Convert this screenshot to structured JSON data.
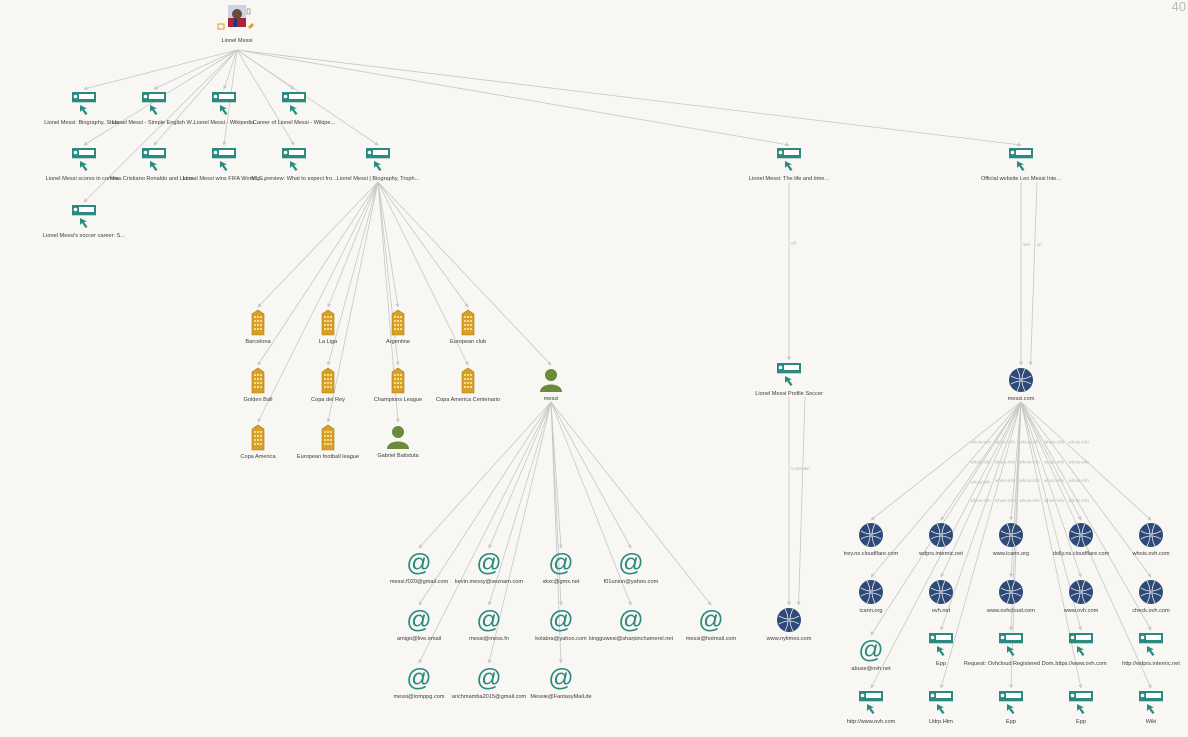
{
  "counter": "40",
  "root": {
    "label": "Lionel Messi"
  },
  "colors": {
    "url": "#2a8a80",
    "org": "#d8a028",
    "person": "#6a8a3c",
    "email": "#2a8a80",
    "domain": "#2e4a76",
    "edge": "#c7c7c7"
  },
  "nodes": [
    {
      "id": "u1",
      "type": "url",
      "label": "Lionel Messi: Biography, Stats..."
    },
    {
      "id": "u2",
      "type": "url",
      "label": "Lionel Messi - Simple English W..."
    },
    {
      "id": "u3",
      "type": "url",
      "label": "Lionel Messi - Wikipedia"
    },
    {
      "id": "u4",
      "type": "url",
      "label": "Career of Lionel Messi - Wikipe..."
    },
    {
      "id": "u5",
      "type": "url",
      "label": "Lionel Messi scores in contro..."
    },
    {
      "id": "u6",
      "type": "url",
      "label": "How Cristiano Ronaldo and Lione..."
    },
    {
      "id": "u7",
      "type": "url",
      "label": "Lionel Messi wins FIFA World p..."
    },
    {
      "id": "u8",
      "type": "url",
      "label": "MLS preview: What to expect fro..."
    },
    {
      "id": "u9",
      "type": "url",
      "label": "Lionel Messi | Biography, Troph..."
    },
    {
      "id": "u10",
      "type": "url",
      "label": "Lionel Messi's soccer career: S..."
    },
    {
      "id": "u11",
      "type": "url",
      "label": "Lionel Messi: The life and time..."
    },
    {
      "id": "u12",
      "type": "url",
      "label": "Official website Leo Messi Inte..."
    },
    {
      "id": "o1",
      "type": "org",
      "label": "Barcelona"
    },
    {
      "id": "o2",
      "type": "org",
      "label": "La Liga"
    },
    {
      "id": "o3",
      "type": "org",
      "label": "Argentine"
    },
    {
      "id": "o4",
      "type": "org",
      "label": "European club"
    },
    {
      "id": "o5",
      "type": "org",
      "label": "Golden Ball"
    },
    {
      "id": "o6",
      "type": "org",
      "label": "Copa del Rey"
    },
    {
      "id": "o7",
      "type": "org",
      "label": "Champions League"
    },
    {
      "id": "o8",
      "type": "org",
      "label": "Copa America Centenario"
    },
    {
      "id": "o9",
      "type": "org",
      "label": "Copa America"
    },
    {
      "id": "o10",
      "type": "org",
      "label": "European football league"
    },
    {
      "id": "p1",
      "type": "person",
      "label": "Gabriel Batistuta"
    },
    {
      "id": "p2",
      "type": "person",
      "label": "messi"
    },
    {
      "id": "u13",
      "type": "url",
      "label": "Lionel Messi Profile Soccer"
    },
    {
      "id": "d1",
      "type": "domain",
      "label": "messi.com"
    },
    {
      "id": "e1",
      "type": "email",
      "label": "messi.f020@gmail.com"
    },
    {
      "id": "e2",
      "type": "email",
      "label": "kevin.messy@seznam.com"
    },
    {
      "id": "e3",
      "type": "email",
      "label": "skxc@gmx.net"
    },
    {
      "id": "e4",
      "type": "email",
      "label": "f01union@yahoo.com"
    },
    {
      "id": "e5",
      "type": "email",
      "label": "amigo@live.email"
    },
    {
      "id": "e6",
      "type": "email",
      "label": "messi@mess.fn"
    },
    {
      "id": "e7",
      "type": "email",
      "label": "kolabra@yahoo.com"
    },
    {
      "id": "e8",
      "type": "email",
      "label": "kingguwesi@sharpinchamerel.net"
    },
    {
      "id": "e9",
      "type": "email",
      "label": "messi@hotmail.com"
    },
    {
      "id": "d2",
      "type": "domain",
      "label": "www.nytimes.com"
    },
    {
      "id": "e10",
      "type": "email",
      "label": "messi@tomppg.com"
    },
    {
      "id": "e11",
      "type": "email",
      "label": "arichmamba2015@gmail.com"
    },
    {
      "id": "e12",
      "type": "email",
      "label": "Messie@FantasyMail.de"
    },
    {
      "id": "d3",
      "type": "domain",
      "label": "trey.ns.cloudflare.com"
    },
    {
      "id": "d4",
      "type": "domain",
      "label": "wdprs.internic.net"
    },
    {
      "id": "d5",
      "type": "domain",
      "label": "www.icann.org"
    },
    {
      "id": "d6",
      "type": "domain",
      "label": "dolly.ns.cloudflare.com"
    },
    {
      "id": "d7",
      "type": "domain",
      "label": "whois.ovh.com"
    },
    {
      "id": "d8",
      "type": "domain",
      "label": "icann.org"
    },
    {
      "id": "d9",
      "type": "domain",
      "label": "ovh.net"
    },
    {
      "id": "d10",
      "type": "domain",
      "label": "www.ovhcloud.com"
    },
    {
      "id": "d11",
      "type": "domain",
      "label": "www.ovh.com"
    },
    {
      "id": "d12",
      "type": "domain",
      "label": "check.ovh.com"
    },
    {
      "id": "e13",
      "type": "email",
      "label": "abuse@ovh.net"
    },
    {
      "id": "u14",
      "type": "url",
      "label": "Epp"
    },
    {
      "id": "u15",
      "type": "url",
      "label": "Request: Ovhcloud Registered Dom..."
    },
    {
      "id": "u16",
      "type": "url",
      "label": "https://www.ovh.com"
    },
    {
      "id": "u17",
      "type": "url",
      "label": "http://wdprs.internic.net"
    },
    {
      "id": "u18",
      "type": "url",
      "label": "http://www.ovh.com"
    },
    {
      "id": "u19",
      "type": "url",
      "label": "Udrp.Htm"
    },
    {
      "id": "u20",
      "type": "url",
      "label": "Epp"
    },
    {
      "id": "u21",
      "type": "url",
      "label": "Epp"
    },
    {
      "id": "u22",
      "type": "url",
      "label": "Wiki"
    }
  ],
  "edge_labels": {
    "link": "url",
    "site": "site",
    "whois": "whois-info",
    "content": "content"
  }
}
